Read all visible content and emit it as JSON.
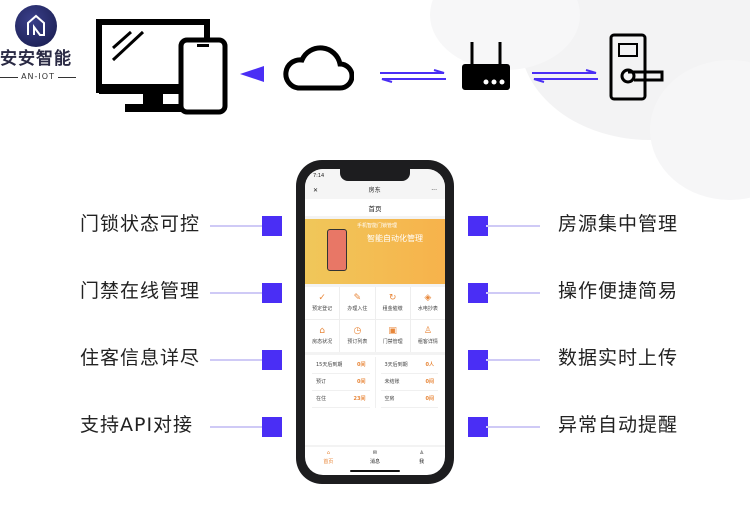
{
  "logo": {
    "brand": "安安智能",
    "sub": "AN-IOT"
  },
  "left_features": [
    "门锁状态可控",
    "门禁在线管理",
    "住客信息详尽",
    "支持API对接"
  ],
  "right_features": [
    "房源集中管理",
    "操作便捷简易",
    "数据实时上传",
    "异常自动提醒"
  ],
  "colors": {
    "accent": "#4a2ef5",
    "app_orange": "#e8873a"
  },
  "phone": {
    "status_time": "7:14",
    "nav_title": "房东",
    "close": "✕",
    "more": "···",
    "page_title": "首页",
    "banner_small": "手机智能门锁管理",
    "banner_title": "智能自动化管理",
    "grid": [
      {
        "icon": "✓",
        "label": "预定登记"
      },
      {
        "icon": "✎",
        "label": "办理入住"
      },
      {
        "icon": "↻",
        "label": "租金催缴"
      },
      {
        "icon": "◈",
        "label": "水电抄表"
      },
      {
        "icon": "⌂",
        "label": "房态状况"
      },
      {
        "icon": "◷",
        "label": "预订列表"
      },
      {
        "icon": "▣",
        "label": "门禁管理"
      },
      {
        "icon": "♙",
        "label": "租客详情"
      }
    ],
    "stats_left": [
      {
        "label": "15天后到期",
        "value": "0间"
      },
      {
        "label": "预订",
        "value": "0间"
      },
      {
        "label": "在住",
        "value": "23间"
      }
    ],
    "stats_right": [
      {
        "label": "3天后到期",
        "value": "0人"
      },
      {
        "label": "未结账",
        "value": "0间"
      },
      {
        "label": "空房",
        "value": "0间"
      }
    ],
    "tabs": [
      {
        "icon": "⌂",
        "label": "首页"
      },
      {
        "icon": "✉",
        "label": "消息"
      },
      {
        "icon": "♙",
        "label": "我"
      }
    ]
  }
}
